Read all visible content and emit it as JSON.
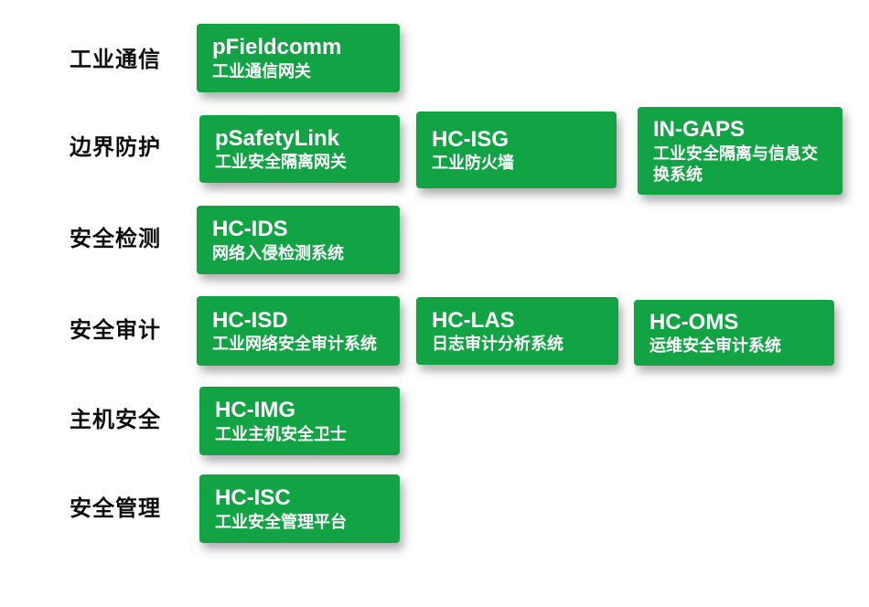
{
  "colors": {
    "card_green": "#12a345",
    "card_text": "#ffffff",
    "category_text": "#0d0d0d",
    "background": "#ffffff"
  },
  "rows": [
    {
      "category": "工业通信",
      "cards": [
        {
          "title": "pFieldcomm",
          "subtitle": "工业通信网关"
        }
      ]
    },
    {
      "category": "边界防护",
      "cards": [
        {
          "title": "pSafetyLink",
          "subtitle": "工业安全隔离网关"
        },
        {
          "title": "HC-ISG",
          "subtitle": "工业防火墙"
        },
        {
          "title": "IN-GAPS",
          "subtitle": "工业安全隔离与信息交换系统"
        }
      ]
    },
    {
      "category": "安全检测",
      "cards": [
        {
          "title": "HC-IDS",
          "subtitle": "网络入侵检测系统"
        }
      ]
    },
    {
      "category": "安全审计",
      "cards": [
        {
          "title": "HC-ISD",
          "subtitle": "工业网络安全审计系统"
        },
        {
          "title": "HC-LAS",
          "subtitle": "日志审计分析系统"
        },
        {
          "title": "HC-OMS",
          "subtitle": "运维安全审计系统"
        }
      ]
    },
    {
      "category": "主机安全",
      "cards": [
        {
          "title": "HC-IMG",
          "subtitle": "工业主机安全卫士"
        }
      ]
    },
    {
      "category": "安全管理",
      "cards": [
        {
          "title": "HC-ISC",
          "subtitle": "工业安全管理平台"
        }
      ]
    }
  ]
}
